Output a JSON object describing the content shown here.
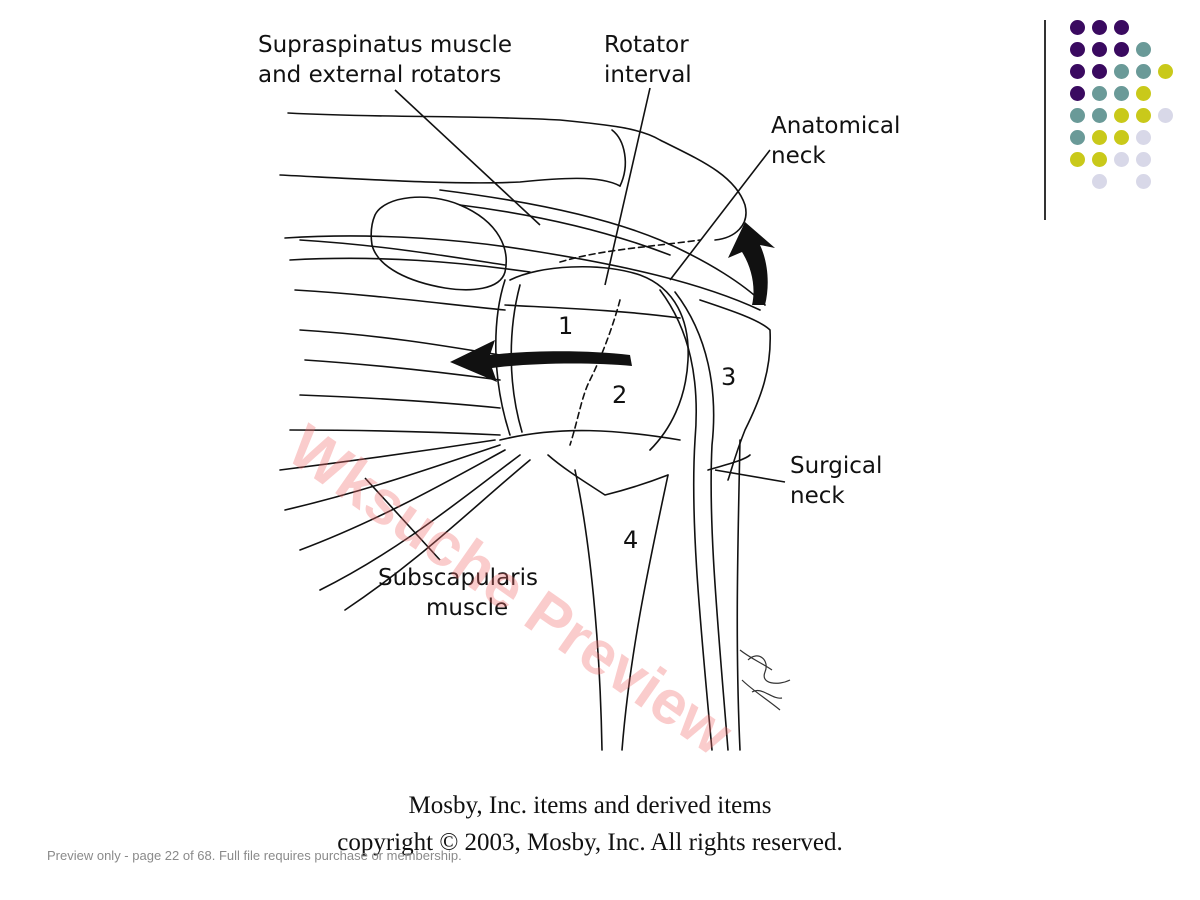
{
  "labels": {
    "supraspinatus_line1": "Supraspinatus muscle",
    "supraspinatus_line2": "and external rotators",
    "rotator_line1": "Rotator",
    "rotator_line2": "interval",
    "anatomical_line1": "Anatomical",
    "anatomical_line2": "neck",
    "surgical_line1": "Surgical",
    "surgical_line2": "neck",
    "subscapularis_line1": "Subscapularis",
    "subscapularis_line2": "muscle"
  },
  "segments": [
    "1",
    "2",
    "3",
    "4"
  ],
  "copyright": {
    "line1": "Mosby, Inc. items and derived items",
    "line2": "copyright © 2003, Mosby, Inc. All rights reserved."
  },
  "watermark": "Wksuche Preview",
  "preview_note": "Preview only - page 22 of 68. Full file requires purchase or membership.",
  "colors": {
    "purple": "#3a0a60",
    "teal": "#6a9a98",
    "yellow": "#c9c91a",
    "lavender": "#d8d8e8"
  },
  "deco_grid": [
    [
      "purple",
      "purple",
      "purple",
      null,
      null
    ],
    [
      "purple",
      "purple",
      "purple",
      "teal",
      null
    ],
    [
      "purple",
      "purple",
      "teal",
      "teal",
      "yellow"
    ],
    [
      "purple",
      "teal",
      "teal",
      "yellow",
      null
    ],
    [
      "teal",
      "teal",
      "yellow",
      "yellow",
      "lavender"
    ],
    [
      "teal",
      "yellow",
      "yellow",
      "lavender",
      null
    ],
    [
      "yellow",
      "yellow",
      "lavender",
      "lavender",
      null
    ],
    [
      null,
      "lavender",
      null,
      "lavender",
      null
    ]
  ]
}
